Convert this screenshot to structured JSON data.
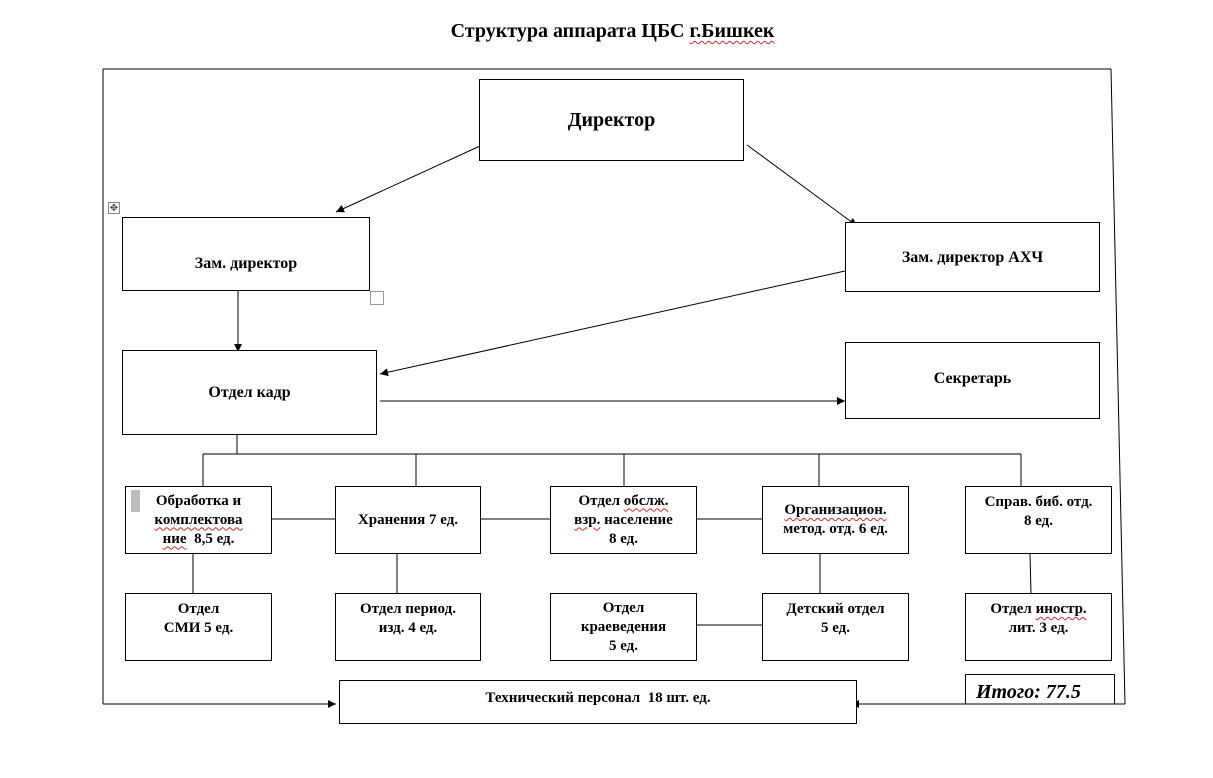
{
  "title": {
    "prefix": "Структура аппарата ЦБС ",
    "city": "г.Бишкек"
  },
  "nodes": {
    "director": "Директор",
    "deputy_director": "Зам. директор",
    "deputy_director_ahch": "Зам. директор АХЧ",
    "hr_department": "Отдел кадр",
    "secretary": "Секретарь",
    "processing": {
      "line1": "Обработка и",
      "line2": "комплектова",
      "line3a": "ние",
      "line3b": "  8,5 ед."
    },
    "storage": "Хранения 7 ед.",
    "adult_service": {
      "line1a": "Отдел ",
      "line1b": "обслж.",
      "line2a": "взр.",
      "line2b": " население",
      "line3": "8 ед."
    },
    "org_method": {
      "line1": "Организацион.",
      "line2": "метод. отд. 6 ед."
    },
    "reference": {
      "line1": "Справ. биб. отд.",
      "line2": "8 ед."
    },
    "media": {
      "line1": "Отдел",
      "line2": "СМИ 5 ед."
    },
    "periodicals": {
      "line1": "Отдел период.",
      "line2": "изд. 4 ед."
    },
    "local_history": {
      "line1": "Отдел",
      "line2": "краеведения",
      "line3": "5 ед."
    },
    "children": {
      "line1": "Детский отдел",
      "line2": "5 ед."
    },
    "foreign_lit": {
      "line1a": "Отдел ",
      "line1b": "иностр.",
      "line2": "лит. 3 ед."
    },
    "technical_staff": "Технический персонал  18 шт. ед."
  },
  "total": "Итого: 77.5",
  "colors": {
    "line": "#000000",
    "spellcheck_underline": "#d12b2b",
    "selection_mark": "#bdbdbd"
  },
  "icons": {
    "table_move_handle": "four-arrow-move-icon",
    "table_resize_handle": "resize-square-icon"
  }
}
